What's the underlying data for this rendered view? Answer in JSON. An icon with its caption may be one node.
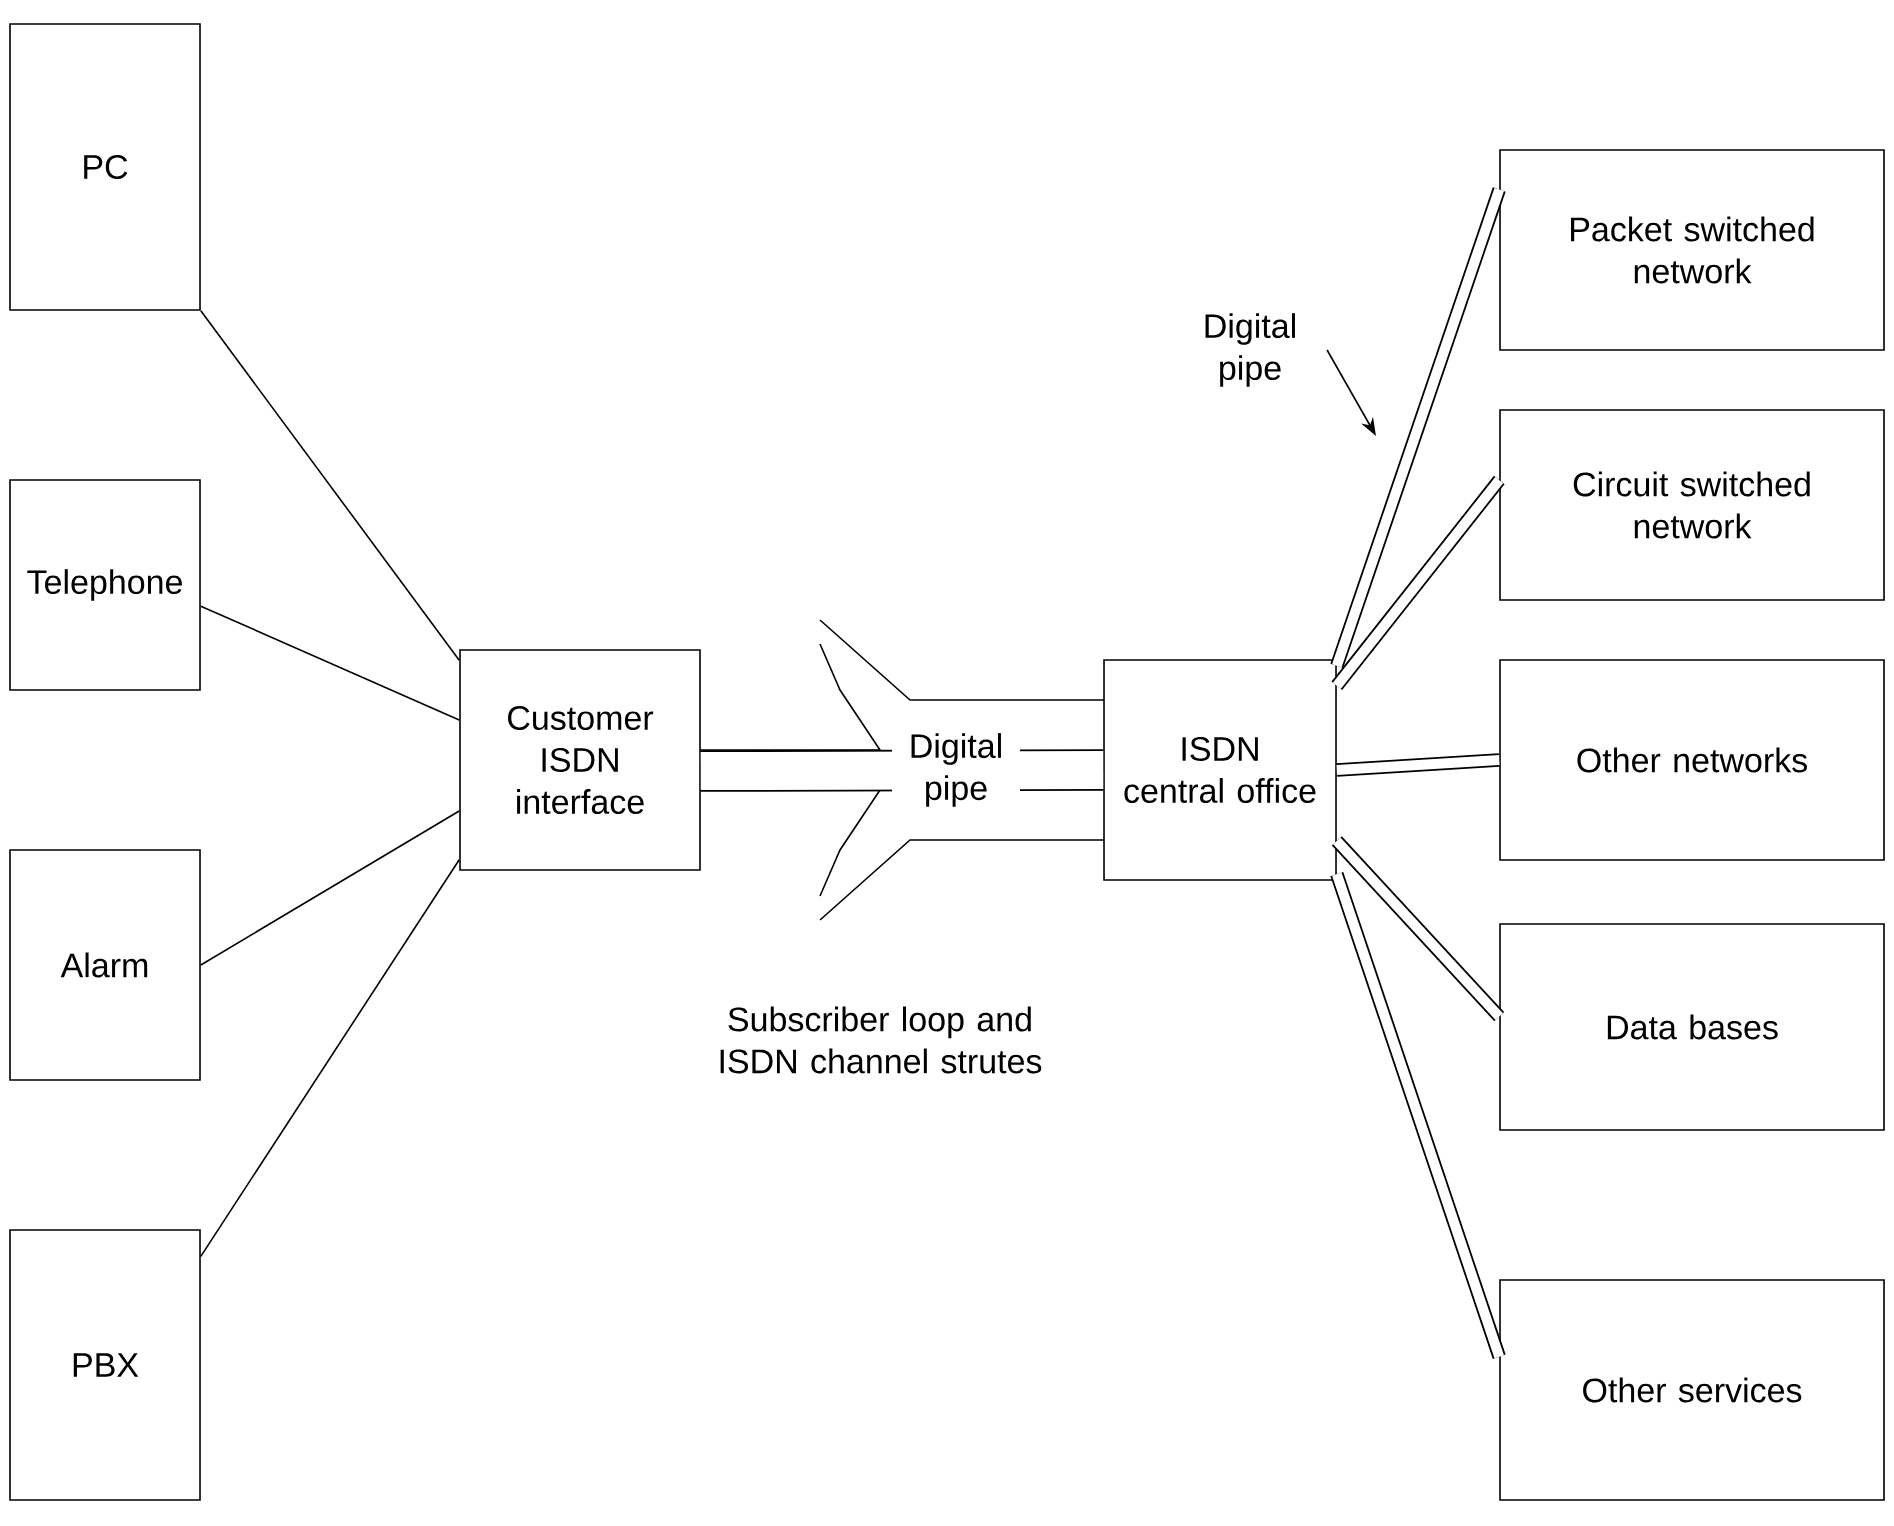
{
  "diagram": {
    "nodes": [
      {
        "text": [
          "PC"
        ]
      },
      {
        "text": [
          "Telephone"
        ]
      },
      {
        "text": [
          "Alarm"
        ]
      },
      {
        "text": [
          "PBX"
        ]
      },
      {
        "text": [
          "Customer ISDN interface"
        ]
      },
      {
        "text": [
          "ISDN central office"
        ]
      },
      {
        "text": [
          "Packet switched network"
        ]
      },
      {
        "text": [
          "Circuit switched network"
        ]
      },
      {
        "text": [
          "Other networks"
        ]
      },
      {
        "text": [
          "Data bases"
        ]
      },
      {
        "text": [
          "Other services"
        ]
      },
      {
        "text": [
          "Digital pipe"
        ]
      }
    ],
    "edges": [
      {
        "from": 0,
        "to": 4,
        "arrow": "none"
      },
      {
        "from": 1,
        "to": 4,
        "arrow": "none"
      },
      {
        "from": 2,
        "to": 4,
        "arrow": "none"
      },
      {
        "from": 3,
        "to": 4,
        "arrow": "none"
      },
      {
        "from": 4,
        "to": 5,
        "arrow": "none",
        "label": "Digital pipe",
        "style": "thick"
      },
      {
        "from": 5,
        "to": 6,
        "arrow": "none"
      },
      {
        "from": 5,
        "to": 7,
        "arrow": "none"
      },
      {
        "from": 5,
        "to": 8,
        "arrow": "none"
      },
      {
        "from": 5,
        "to": 9,
        "arrow": "none"
      },
      {
        "from": 5,
        "to": 10,
        "arrow": "none"
      },
      {
        "from": 11,
        "to": null,
        "arrow": "to"
      }
    ],
    "labels": [
      "Subscriber loop and ISDN channel strutes"
    ]
  }
}
